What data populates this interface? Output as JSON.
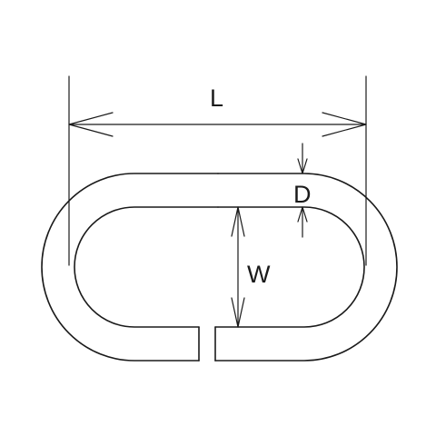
{
  "diagram": {
    "labels": {
      "length": "L",
      "diameter": "D",
      "width": "W"
    },
    "colors": {
      "line": "#1a1a1a",
      "background": "#ffffff"
    }
  }
}
